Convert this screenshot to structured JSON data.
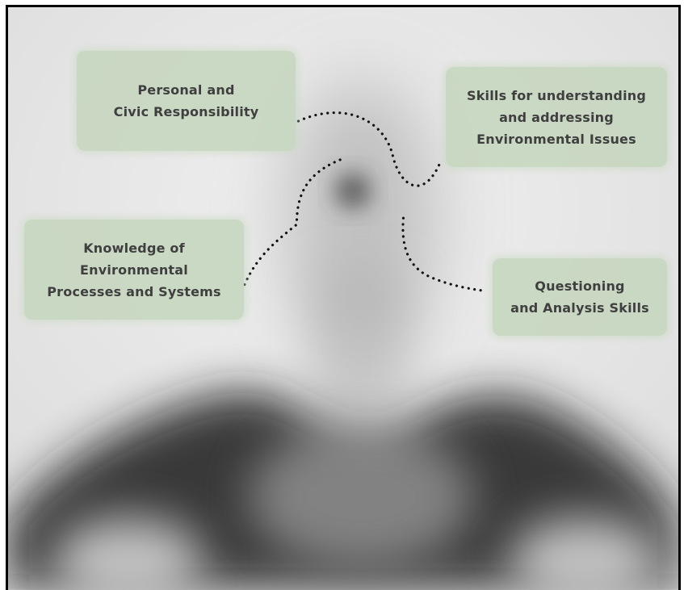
{
  "diagram": {
    "labels": {
      "personal_civic": "Personal and\nCivic Responsibility",
      "skills_issues": "Skills for understanding\nand addressing\nEnvironmental Issues",
      "knowledge": "Knowledge of\nEnvironmental\nProcesses and Systems",
      "questioning": "Questioning\nand Analysis Skills"
    },
    "colors": {
      "box_fill": "#c8d8c1",
      "text": "#333333",
      "dots": "#111111",
      "frame": "#000000",
      "background": "#e9e9e9"
    }
  }
}
